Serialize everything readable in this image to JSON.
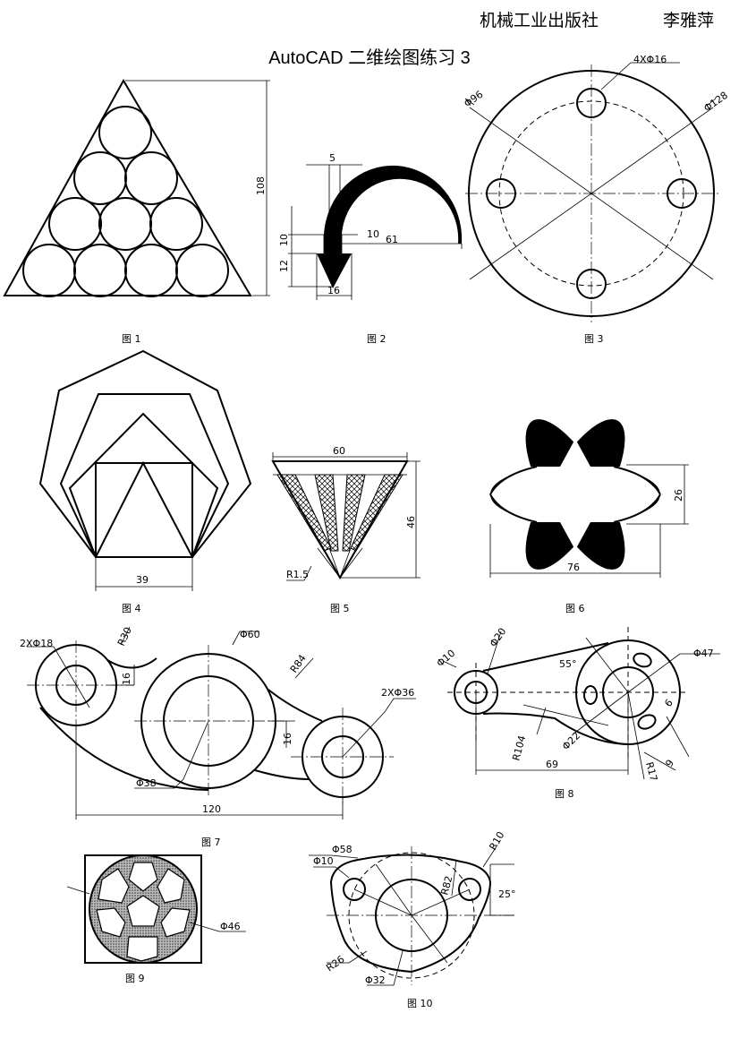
{
  "header": {
    "publisher": "机械工业出版社",
    "author": "李雅萍",
    "title": "AutoCAD 二维绘图练习 3"
  },
  "figures": [
    {
      "caption": "图 1",
      "dims": [
        "108"
      ]
    },
    {
      "caption": "图 2",
      "dims": [
        "5",
        "10",
        "12",
        "10",
        "61",
        "16"
      ]
    },
    {
      "caption": "图 3",
      "dims": [
        "4XΦ16",
        "Φ96",
        "Φ128"
      ]
    },
    {
      "caption": "图 4",
      "dims": [
        "39"
      ]
    },
    {
      "caption": "图 5",
      "dims": [
        "60",
        "46",
        "R1.5"
      ]
    },
    {
      "caption": "图 6",
      "dims": [
        "26",
        "76"
      ]
    },
    {
      "caption": "图 7",
      "dims": [
        "2XΦ18",
        "R30",
        "Φ60",
        "R84",
        "16",
        "2XΦ36",
        "16",
        "Φ38",
        "120"
      ]
    },
    {
      "caption": "图 8",
      "dims": [
        "Φ10",
        "Φ20",
        "55°",
        "Φ47",
        "6",
        "Φ22",
        "R104",
        "69",
        "R17",
        "9"
      ]
    },
    {
      "caption": "图 9",
      "dims": [
        "Φ46"
      ]
    },
    {
      "caption": "图 10",
      "dims": [
        "Φ58",
        "Φ10",
        "R10",
        "R82",
        "25°",
        "R26",
        "Φ32"
      ]
    }
  ]
}
